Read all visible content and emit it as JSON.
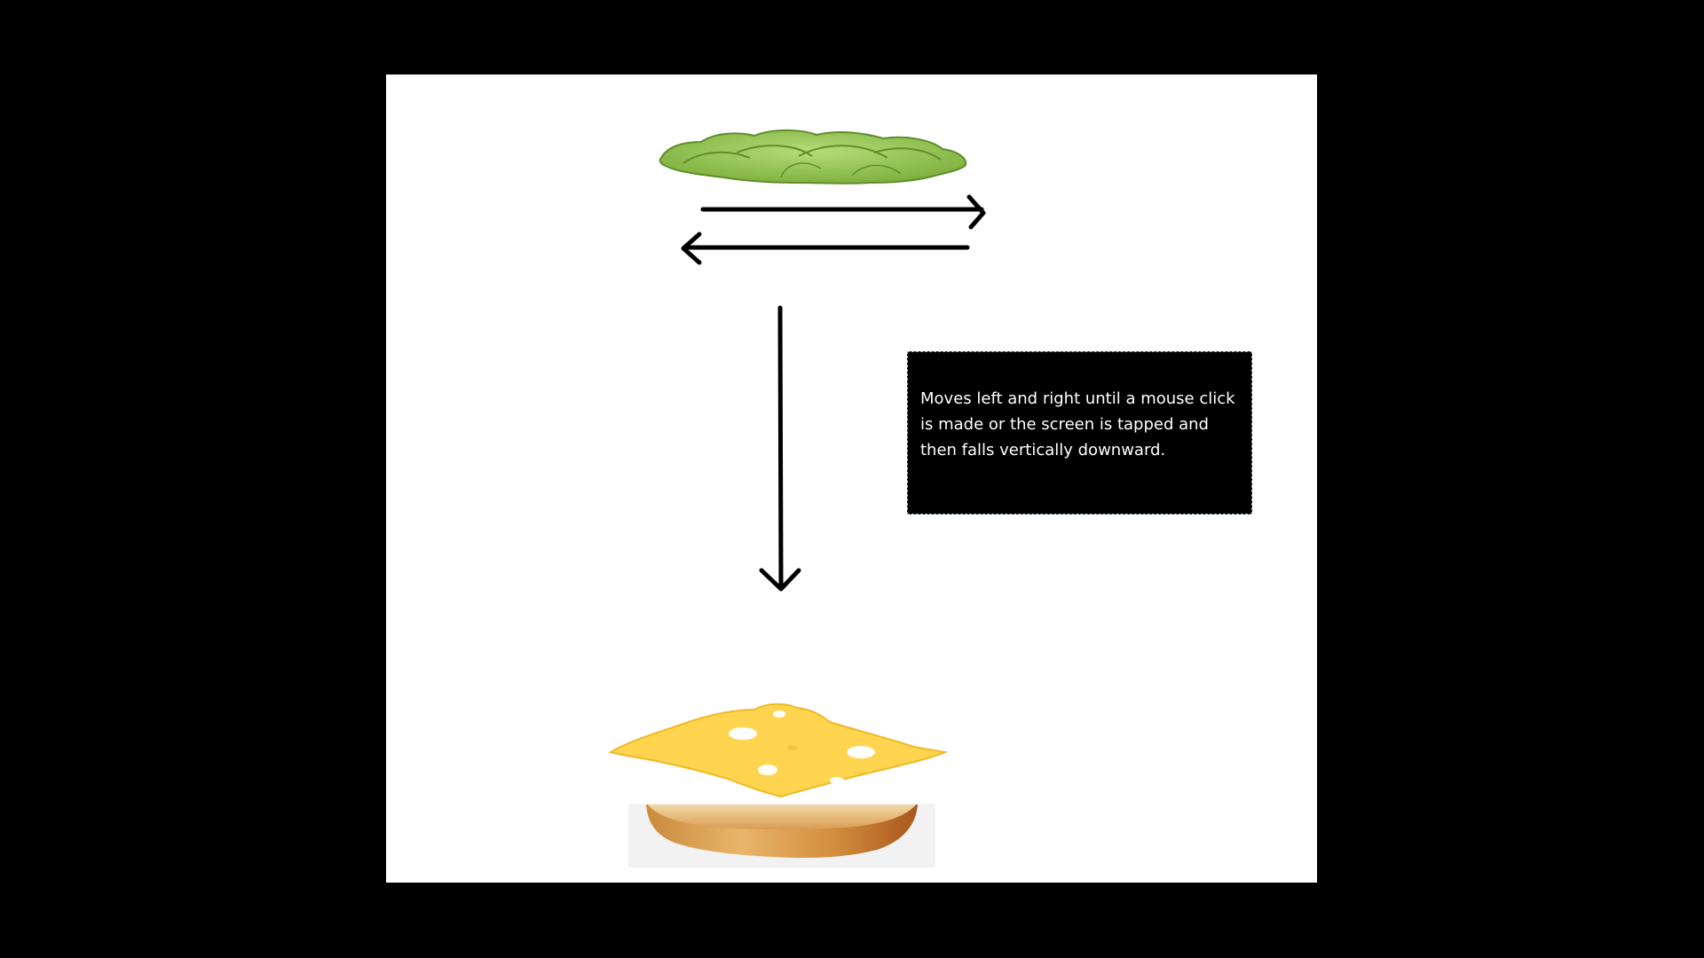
{
  "scene": {
    "background": "#000000",
    "canvas_color": "#ffffff",
    "lettuce": {
      "icon": "lettuce-layer",
      "color": "#8bc34a"
    },
    "cheese": {
      "icon": "cheese-slice",
      "color": "#ffd54f"
    },
    "bread": {
      "icon": "bottom-bun",
      "color": "#c88a3c"
    },
    "arrows": [
      "arrow-right-icon",
      "arrow-left-icon",
      "arrow-down-icon"
    ]
  },
  "instruction": {
    "text": "Moves left and right until a mouse click is made or the screen is tapped and then falls vertically downward."
  }
}
